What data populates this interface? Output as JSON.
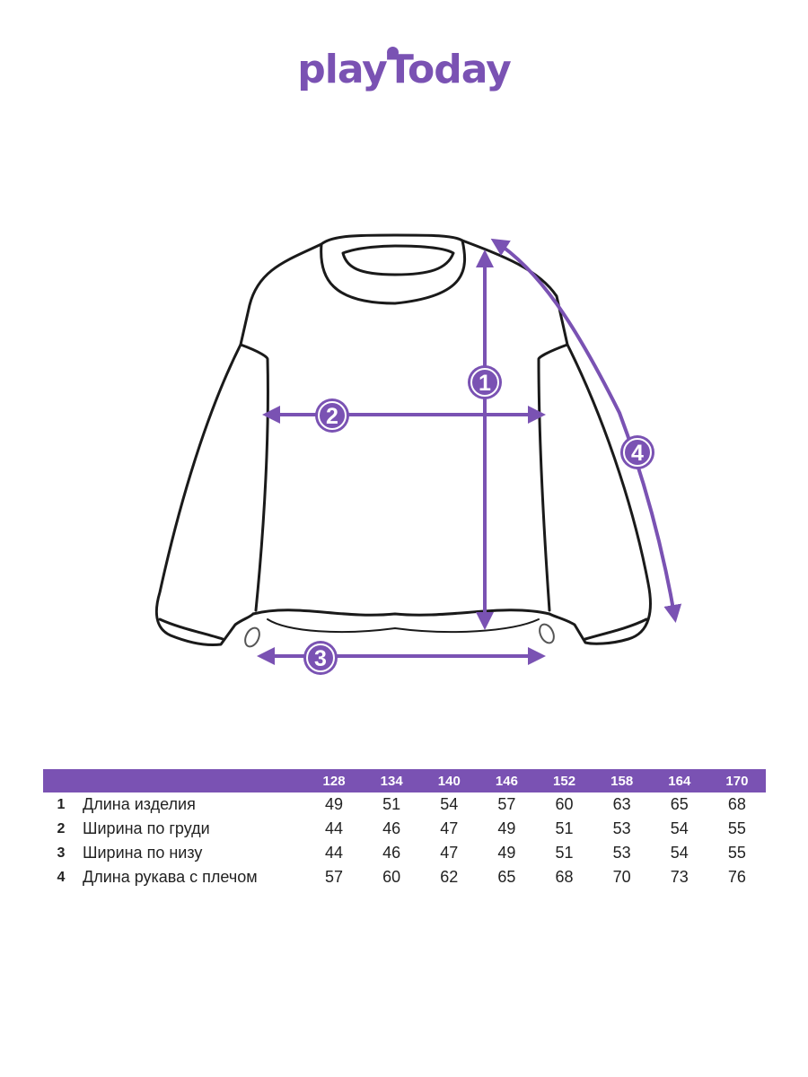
{
  "brand": {
    "name": "playToday",
    "color": "#7a52b3"
  },
  "markers": [
    "1",
    "2",
    "3",
    "4"
  ],
  "table": {
    "sizes": [
      "128",
      "134",
      "140",
      "146",
      "152",
      "158",
      "164",
      "170"
    ],
    "rows": [
      {
        "num": "1",
        "label": "Длина изделия",
        "values": [
          "49",
          "51",
          "54",
          "57",
          "60",
          "63",
          "65",
          "68"
        ]
      },
      {
        "num": "2",
        "label": "Ширина по груди",
        "values": [
          "44",
          "46",
          "47",
          "49",
          "51",
          "53",
          "54",
          "55"
        ]
      },
      {
        "num": "3",
        "label": "Ширина по низу",
        "values": [
          "44",
          "46",
          "47",
          "49",
          "51",
          "53",
          "54",
          "55"
        ]
      },
      {
        "num": "4",
        "label": "Длина рукава с плечом",
        "values": [
          "57",
          "60",
          "62",
          "65",
          "68",
          "70",
          "73",
          "76"
        ]
      }
    ]
  }
}
